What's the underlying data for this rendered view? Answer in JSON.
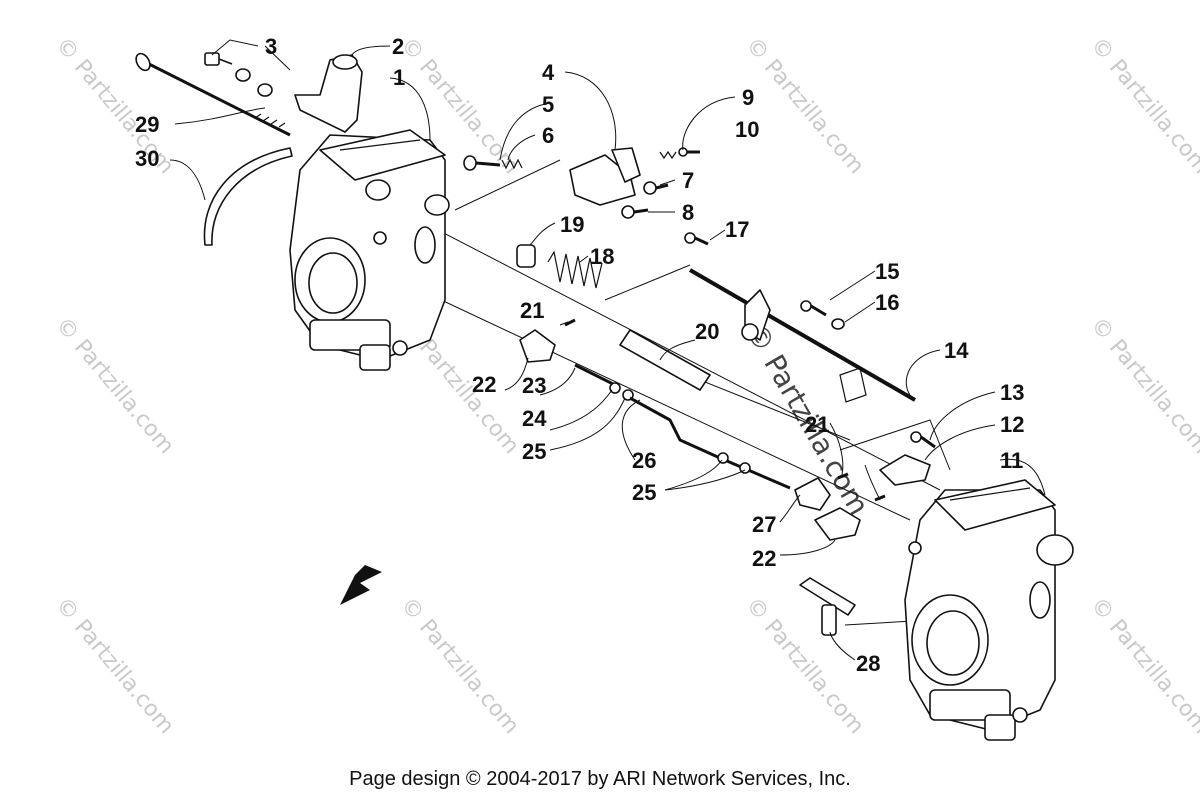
{
  "watermark": "© Partzilla.com",
  "footer": "Page design © 2004-2017 by ARI Network Services, Inc.",
  "callouts": [
    "1",
    "2",
    "3",
    "4",
    "5",
    "6",
    "7",
    "8",
    "9",
    "10",
    "11",
    "12",
    "13",
    "14",
    "15",
    "16",
    "17",
    "18",
    "19",
    "20",
    "21",
    "21",
    "22",
    "22",
    "23",
    "24",
    "25",
    "25",
    "26",
    "27",
    "28",
    "29",
    "30"
  ]
}
